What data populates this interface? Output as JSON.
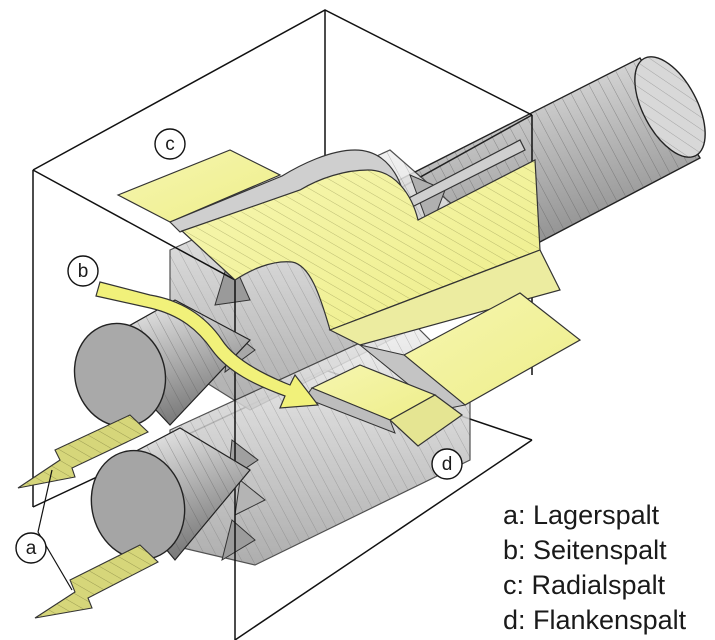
{
  "callouts": {
    "a": "a",
    "b": "b",
    "c": "c",
    "d": "d"
  },
  "legend": {
    "items": [
      "a: Lagerspalt",
      "b: Seitenspalt",
      "c: Radialspalt",
      "d: Flankenspalt"
    ]
  },
  "colors": {
    "gap_fill": "#f2f29a",
    "arrow_fill": "#e8e870",
    "metal_light": "#e4e4e4",
    "metal_mid": "#b8b8b8",
    "metal_dark": "#8c8c8c",
    "outline": "#111111"
  }
}
